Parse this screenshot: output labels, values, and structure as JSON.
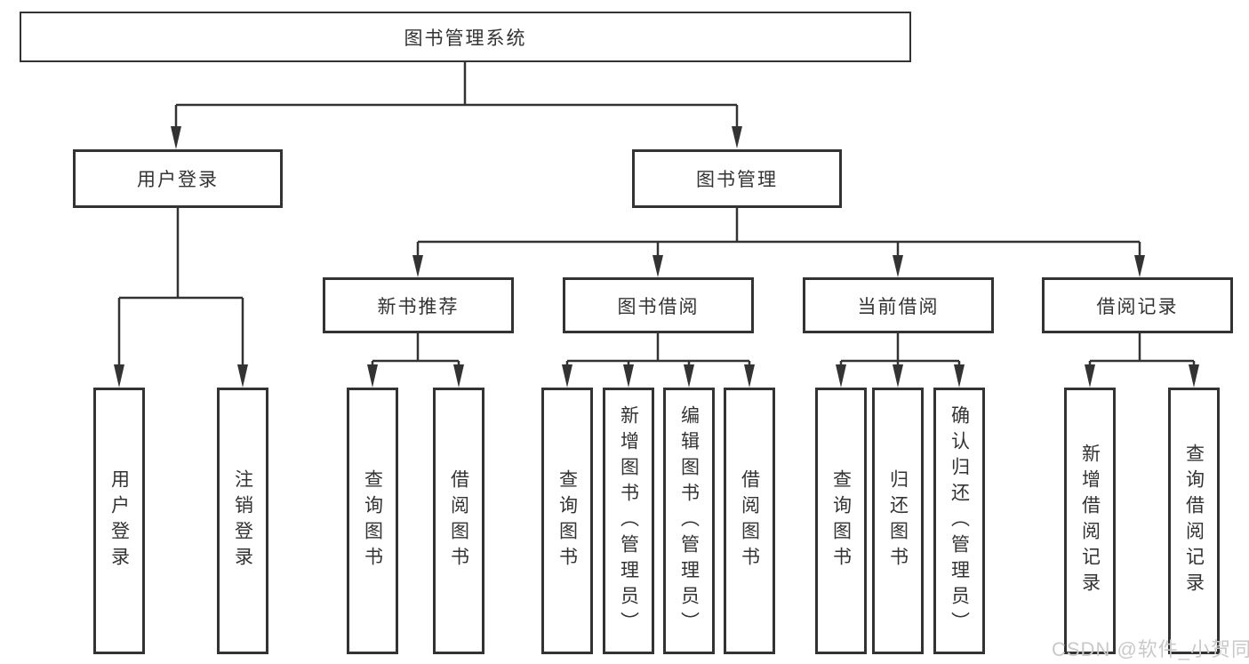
{
  "diagram": {
    "root": {
      "label": "图书管理系统"
    },
    "user_login_branch": {
      "label": "用户登录",
      "children": [
        {
          "label": "用户登录"
        },
        {
          "label": "注销登录"
        }
      ]
    },
    "book_management_branch": {
      "label": "图书管理",
      "groups": [
        {
          "label": "新书推荐",
          "children": [
            {
              "label": "查询图书"
            },
            {
              "label": "借阅图书"
            }
          ]
        },
        {
          "label": "图书借阅",
          "children": [
            {
              "label": "查询图书"
            },
            {
              "label": "新增图书（管理员）"
            },
            {
              "label": "编辑图书（管理员）"
            },
            {
              "label": "借阅图书"
            }
          ]
        },
        {
          "label": "当前借阅",
          "children": [
            {
              "label": "查询图书"
            },
            {
              "label": "归还图书"
            },
            {
              "label": "确认归还（管理员）"
            }
          ]
        },
        {
          "label": "借阅记录",
          "children": [
            {
              "label": "新增借阅记录"
            },
            {
              "label": "查询借阅记录"
            }
          ]
        }
      ]
    }
  },
  "watermark": "CSDN @软件_小贺同学",
  "colors": {
    "line": "#333333",
    "box_border": "#333333",
    "text": "#333333",
    "watermark": "#c9c9c9",
    "background": "#ffffff"
  }
}
